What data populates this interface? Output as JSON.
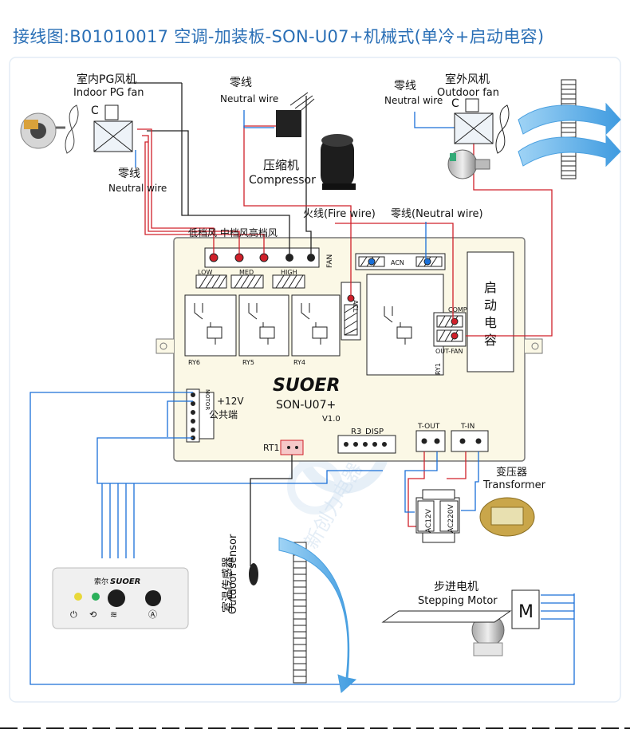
{
  "title": "接线图:B01010017  空调-加装板-SON-U07+机械式(单冷+启动电容)",
  "indoor_fan": {
    "cn": "室内PG风机",
    "en": "Indoor PG fan",
    "cap": "C"
  },
  "indoor_neutral": {
    "cn": "零线",
    "en": "Neutral wire"
  },
  "compressor_neutral": {
    "cn": "零线",
    "en": "Neutral wire"
  },
  "compressor": {
    "cn": "压缩机",
    "en": "Compressor"
  },
  "outdoor_neutral": {
    "cn": "零线",
    "en": "Neutral wire"
  },
  "outdoor_fan": {
    "cn": "室外风机",
    "en": "Outdoor fan",
    "cap": "C"
  },
  "fire_wire": "火线(Fire wire)",
  "neutral_wire_top": "零线(Neutral wire)",
  "fan_speeds": "低档风 中档风高档风",
  "board": {
    "fan": "FAN",
    "low": "LOW",
    "med": "MED",
    "high": "HIGH",
    "acn": "ACN",
    "acl": "ACL",
    "comp": "COMP",
    "out_fan": "OUT-FAN",
    "ry6": "RY6",
    "ry5": "RY5",
    "ry4": "RY4",
    "ry1": "RY1",
    "cap_label": [
      "启",
      "动",
      "电",
      "容"
    ],
    "brand": "SUOER",
    "model": "SON-U07+",
    "version": "V1.0",
    "motor": "MOTOR",
    "plus12v": "+12V",
    "common": "公共端",
    "rt1": "RT1",
    "r3": "R3",
    "disp": "DISP",
    "t_out": "T-OUT",
    "t_in": "T-IN"
  },
  "transformer": {
    "cn": "变压器",
    "en": "Transformer",
    "ac12": "AC12V",
    "ac220": "AC220V"
  },
  "sensor": {
    "cn": "室温传感器",
    "en": "Outdoor sensor"
  },
  "stepper": {
    "cn": "步进电机",
    "en": "Stepping Motor",
    "m": "M"
  },
  "remote": {
    "brand_cn": "索尔",
    "brand": "SUOER"
  },
  "watermark": "新创力电器",
  "colors": {
    "title": "#2a6fb6",
    "wire_black": "#222222",
    "wire_red": "#d0202a",
    "wire_blue": "#1a6fd8",
    "board": "#fbf8e6",
    "panel": "#ffffff",
    "page_bg": "#f3f3f3",
    "dash": "#222222"
  }
}
